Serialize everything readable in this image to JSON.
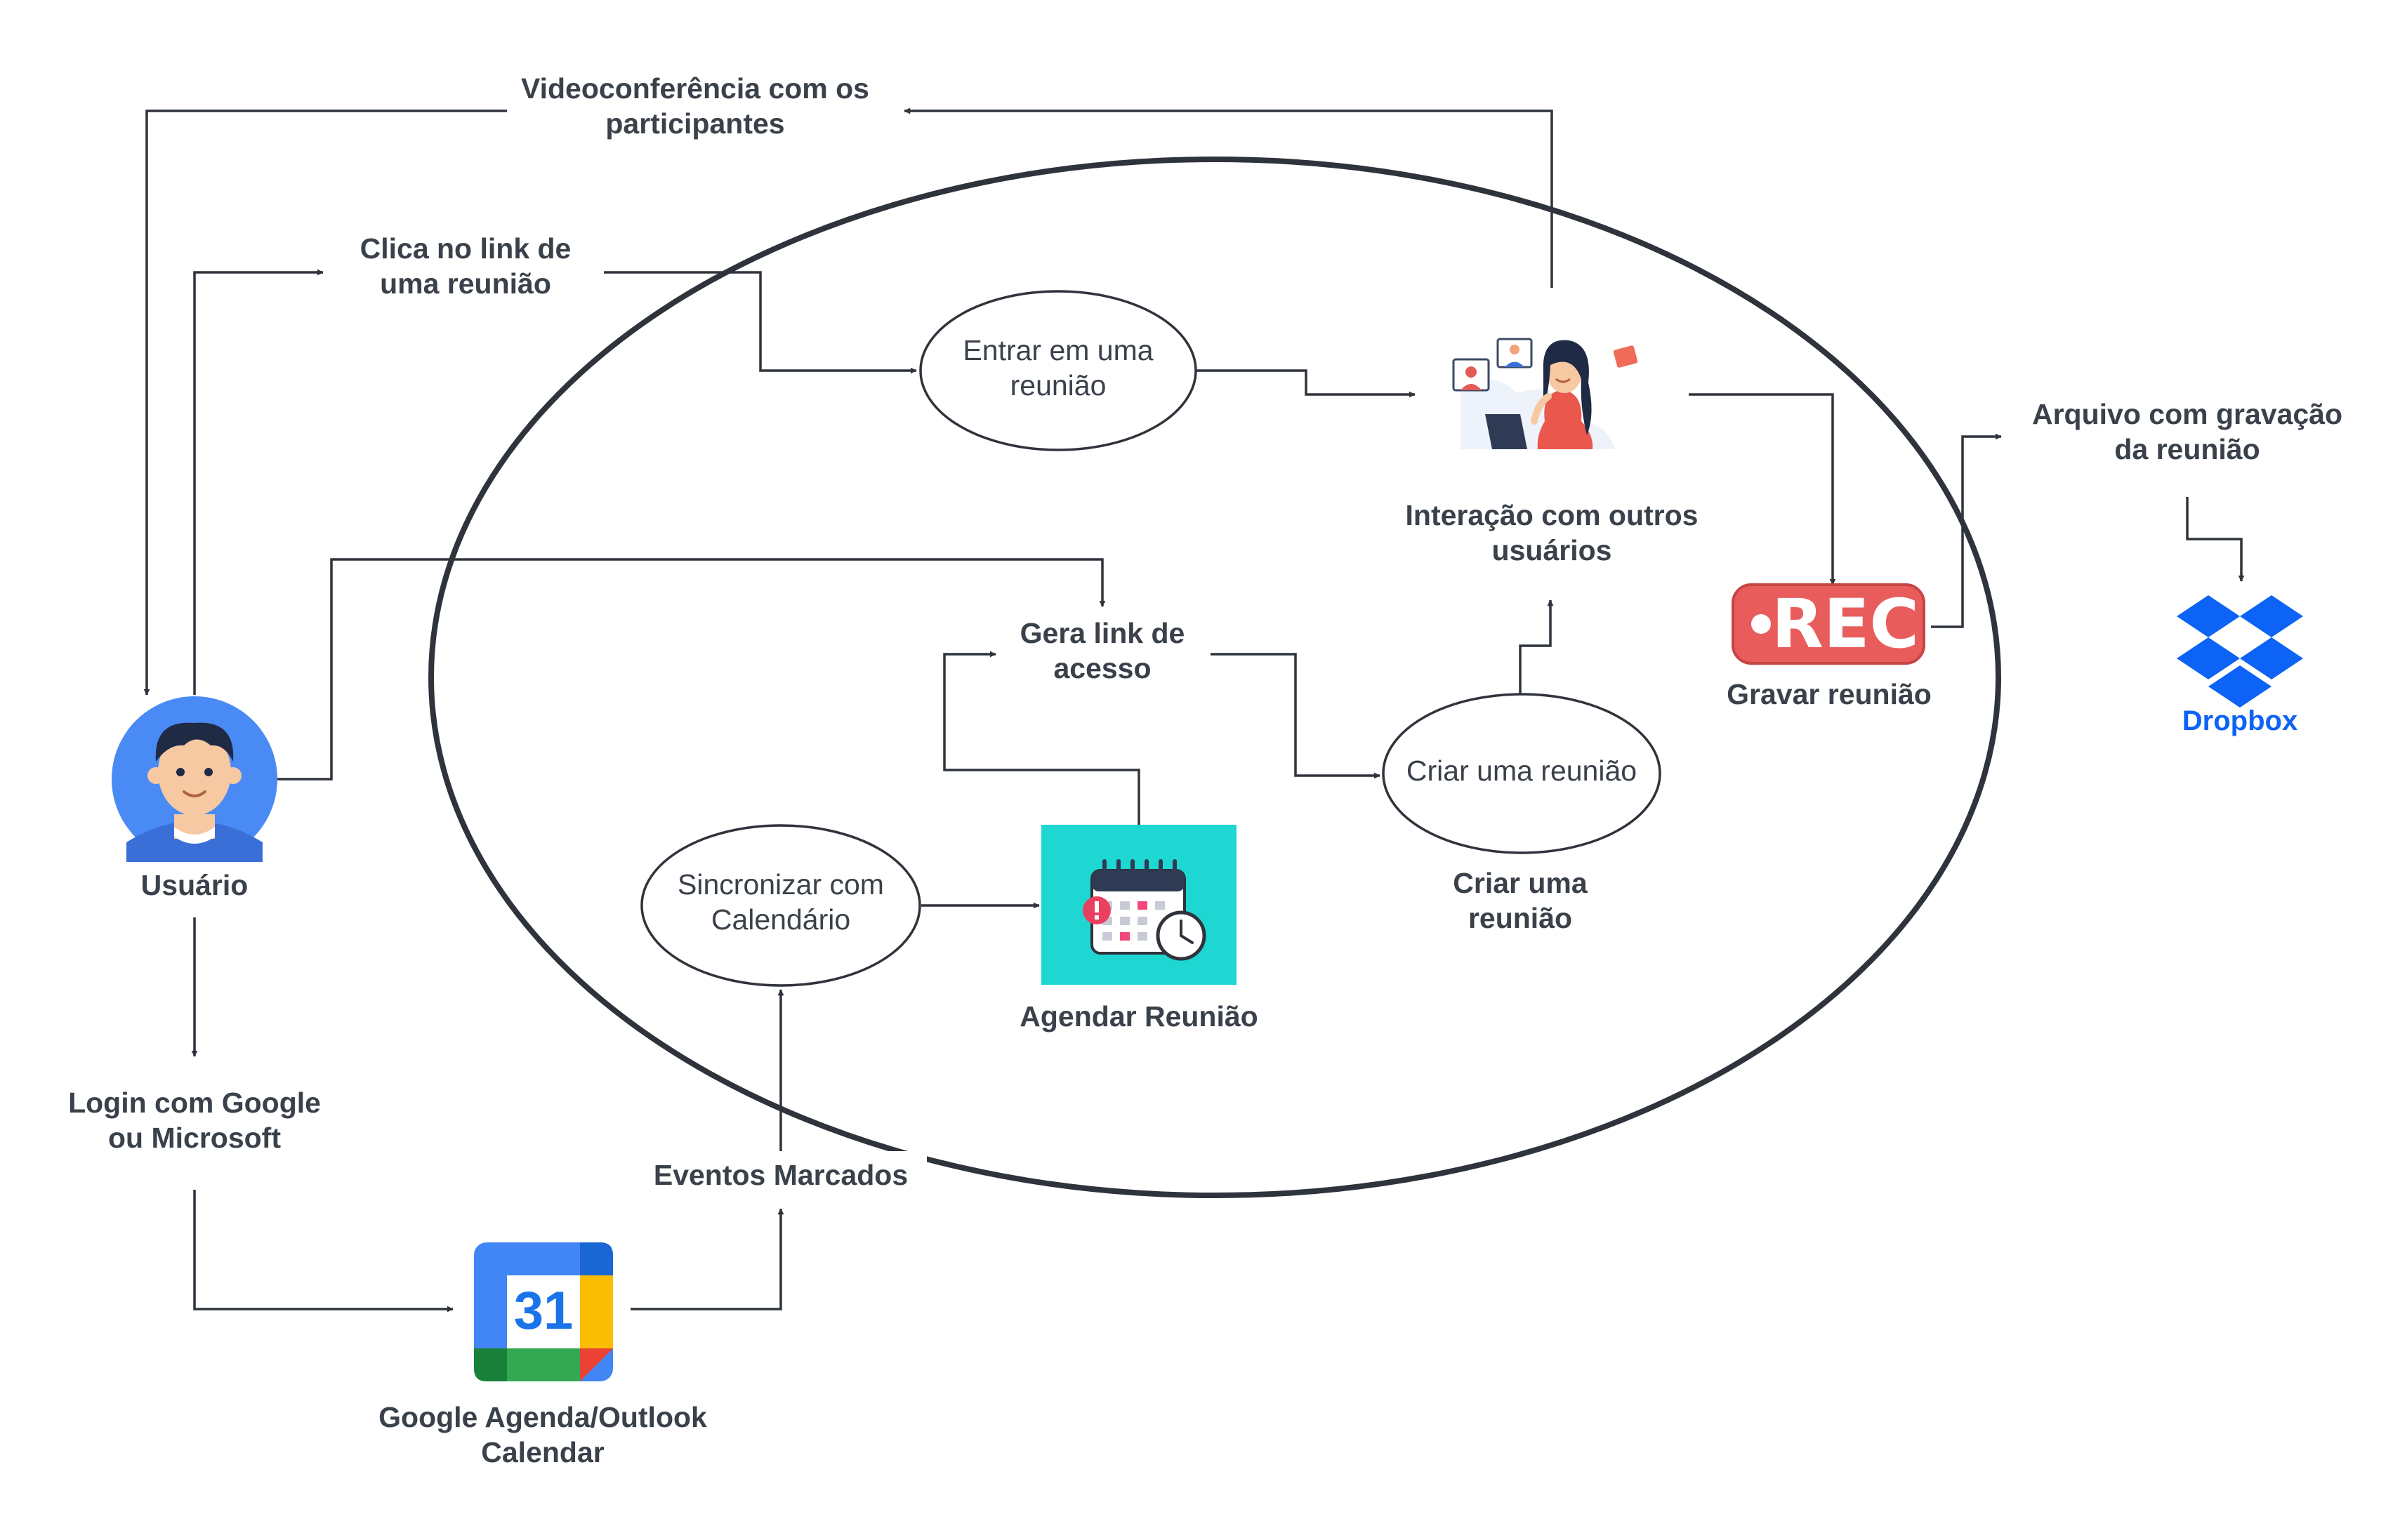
{
  "labels": {
    "videoconf": [
      "Videoconferência com os",
      "participantes"
    ],
    "clica_link": [
      "Clica no link de",
      "uma reunião"
    ],
    "usuario": "Usuário",
    "login": [
      "Login com Google",
      "ou Microsoft"
    ],
    "google_agenda": [
      "Google Agenda/Outlook",
      "Calendar"
    ],
    "eventos_marcados": "Eventos Marcados",
    "entrar_reuniao": [
      "Entrar em uma",
      "reunião"
    ],
    "interacao": [
      "Interação com outros",
      "usuários"
    ],
    "gera_link": [
      "Gera link de",
      "acesso"
    ],
    "criar_reuniao_oval": "Criar uma reunião",
    "criar_reuniao_label": [
      "Criar uma",
      "reunião"
    ],
    "sincronizar": [
      "Sincronizar com",
      "Calendário"
    ],
    "agendar": "Agendar Reunião",
    "gravar": "Gravar reunião",
    "arquivo": [
      "Arquivo com gravação",
      "da reunião"
    ],
    "calendar_day": "31",
    "rec_text": "REC",
    "dropbox_text": "Dropbox"
  },
  "colors": {
    "line": "#2f333b",
    "text": "#3a414a",
    "teal": "#1ed7d3",
    "rec_red": "#e85c5c",
    "dropbox_blue": "#0d63f5",
    "avatar_blue": "#4a8af4"
  },
  "icons": [
    "user-avatar-icon",
    "google-calendar-icon",
    "schedule-calendar-icon",
    "video-call-illustration-icon",
    "rec-badge-icon",
    "dropbox-logo-icon"
  ]
}
